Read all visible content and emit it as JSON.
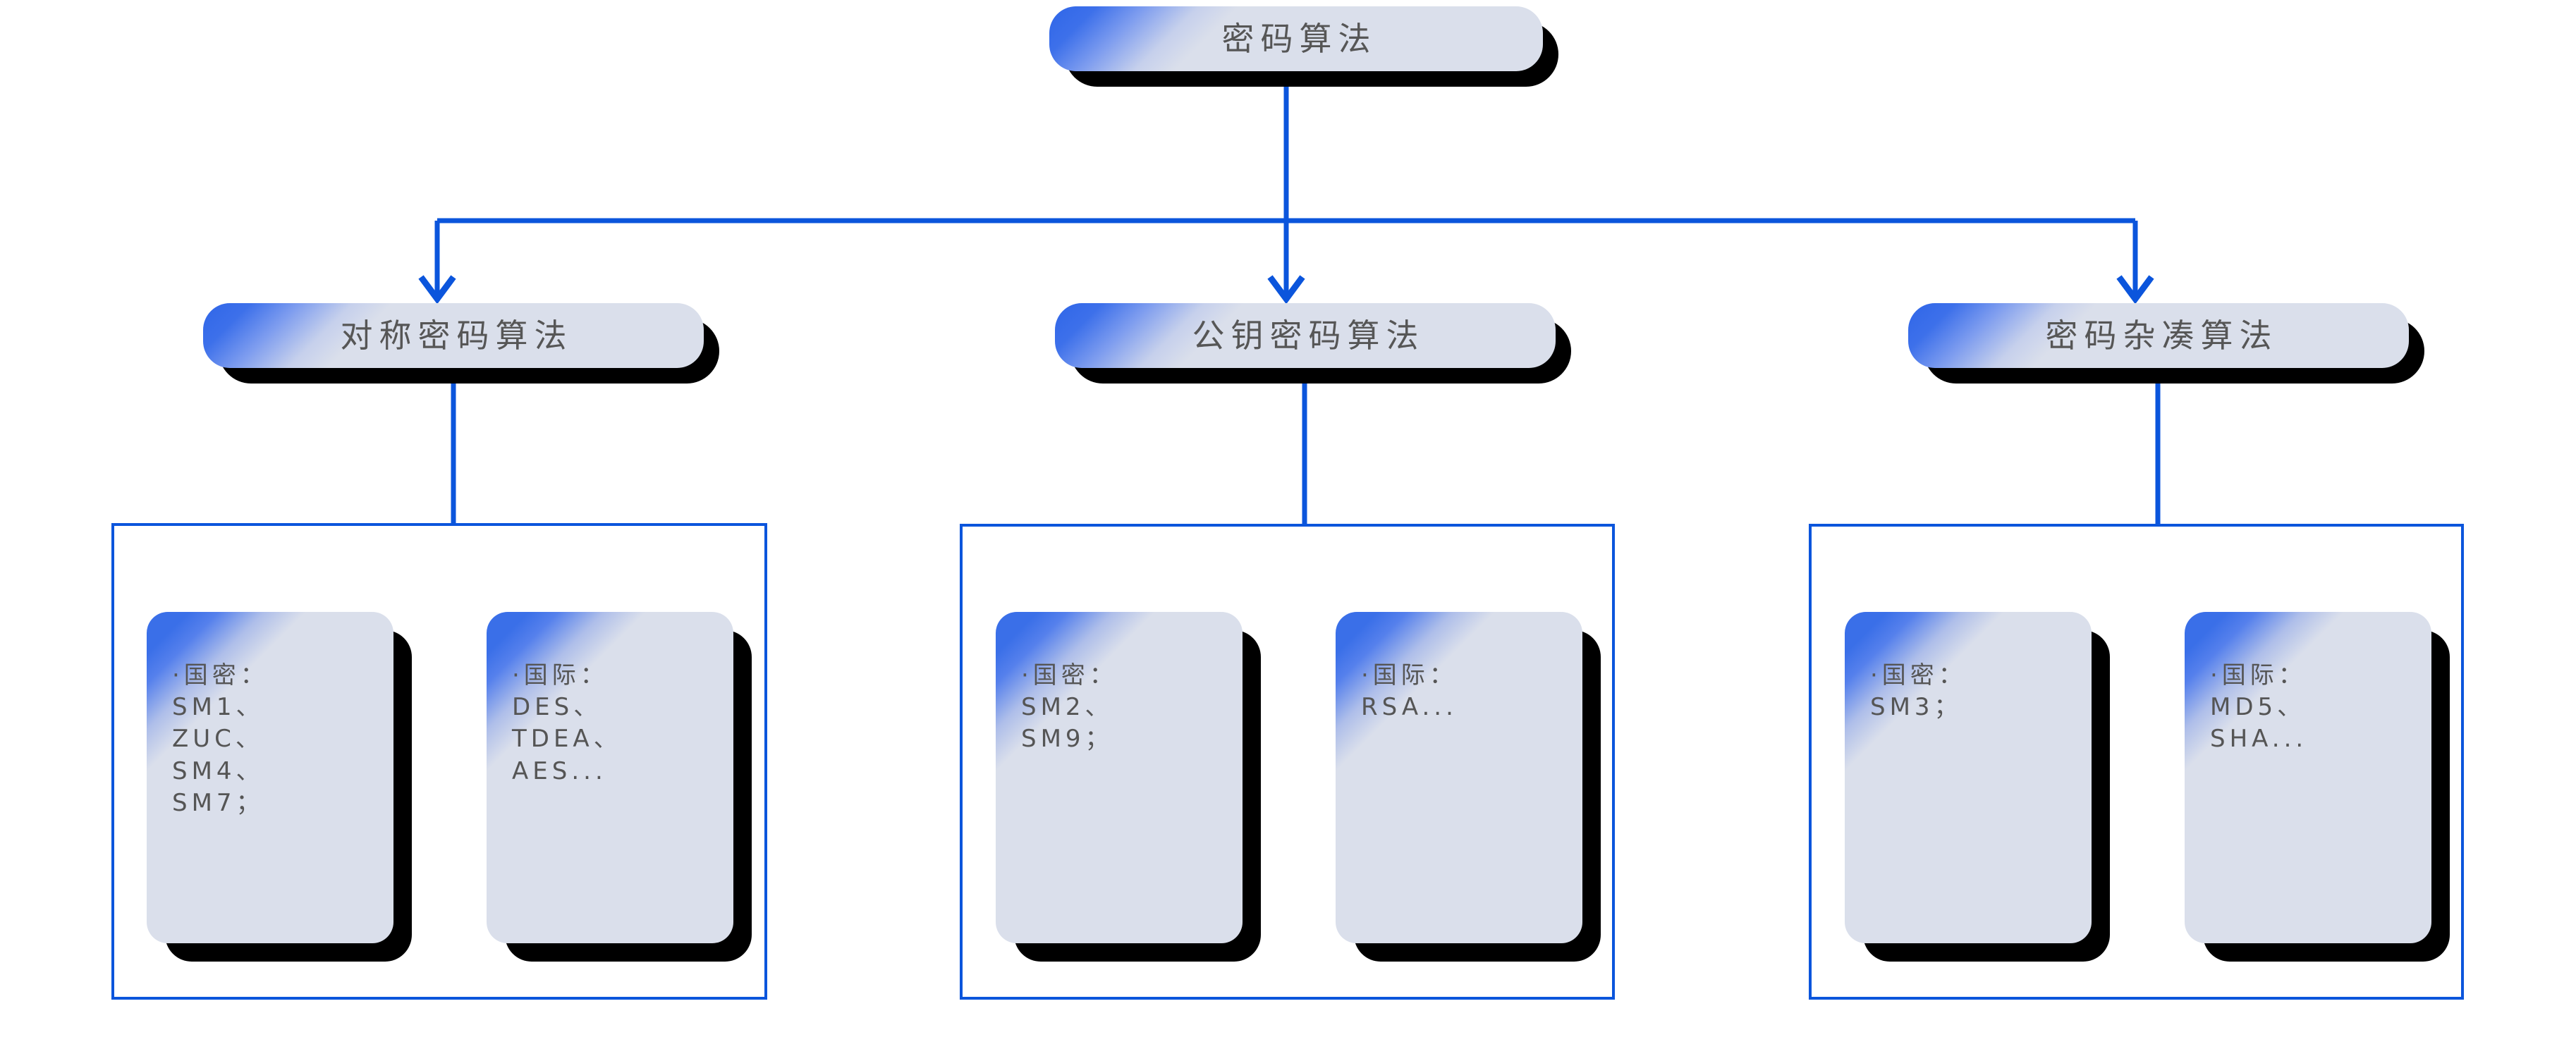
{
  "diagram": {
    "title": "密码算法",
    "type": "tree",
    "theme": {
      "line_color": "#0b55dc",
      "accent_color": "#3a6fe8",
      "card_fill": "#dadfeb",
      "shadow_color": "#000000",
      "text_color": "#565656",
      "background": "#ffffff"
    },
    "root": {
      "label": "密码算法"
    },
    "branches": [
      {
        "label": "对称密码算法",
        "leaves": [
          {
            "heading": "·国密：",
            "items": [
              "SM1、",
              "ZUC、",
              "SM4、",
              "SM7；"
            ],
            "text": "·国密：\nSM1、\nZUC、\nSM4、\nSM7；"
          },
          {
            "heading": "·国际：",
            "items": [
              "DES、",
              "TDEA、",
              "AES..."
            ],
            "text": "·国际：\nDES、\nTDEA、\nAES..."
          }
        ]
      },
      {
        "label": "公钥密码算法",
        "leaves": [
          {
            "heading": "·国密：",
            "items": [
              "SM2、",
              "SM9；"
            ],
            "text": "·国密：\nSM2、\nSM9；"
          },
          {
            "heading": "·国际：",
            "items": [
              "RSA..."
            ],
            "text": "·国际：\nRSA..."
          }
        ]
      },
      {
        "label": "密码杂凑算法",
        "leaves": [
          {
            "heading": "·国密：",
            "items": [
              "SM3；"
            ],
            "text": "·国密：\nSM3；"
          },
          {
            "heading": "·国际：",
            "items": [
              "MD5、",
              "SHA..."
            ],
            "text": "·国际：\nMD5、\nSHA..."
          }
        ]
      }
    ]
  }
}
